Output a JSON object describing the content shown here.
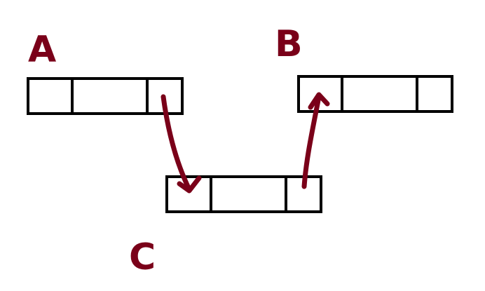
{
  "colors": {
    "ink": "#7a0019",
    "outline": "#000000",
    "background": "#ffffff"
  },
  "nodes": {
    "a": {
      "label": "A"
    },
    "b": {
      "label": "B"
    },
    "c": {
      "label": "C"
    }
  }
}
